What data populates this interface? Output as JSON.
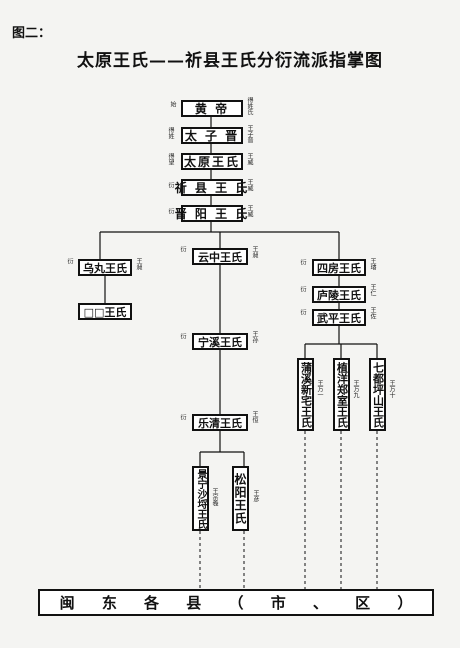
{
  "figure_label": "图二：",
  "title": "太原王氏——祈县王氏分衍流派指掌图",
  "main_chain": [
    {
      "name": "黄 帝",
      "left": "始",
      "right": "得姓氏"
    },
    {
      "name": "太 子 晋",
      "left": "得姓",
      "right": "王子晋"
    },
    {
      "name": "太原王氏",
      "left": "得望",
      "right": "王威"
    },
    {
      "name": "祈 县 王 氏",
      "left": "衍",
      "right": "王威"
    },
    {
      "name": "晋 阳 王 氏",
      "left": "衍",
      "right": "王威"
    }
  ],
  "branches": {
    "left": {
      "name": "乌丸王氏",
      "left": "衍",
      "right": "王昶"
    },
    "left_sub": {
      "name": "□□王氏"
    },
    "middle": [
      {
        "name": "云中王氏",
        "left": "衍",
        "right": "王昶"
      },
      {
        "name": "宁溪王氏",
        "left": "衍",
        "right": "王孙"
      },
      {
        "name": "乐清王氏",
        "left": "衍",
        "right": "王恒"
      }
    ],
    "middle_sub": [
      {
        "name": "景宁沙埒王氏",
        "right": "王宗羲"
      },
      {
        "name": "松阳王氏",
        "right": "王彦"
      }
    ],
    "right": [
      {
        "name": "四房王氏",
        "left": "衍",
        "right": "王璿"
      },
      {
        "name": "庐陵王氏",
        "left": "衍",
        "right": "王仁"
      },
      {
        "name": "武平王氏",
        "left": "衍",
        "right": "王佐"
      }
    ],
    "right_sub": [
      {
        "name": "蒲溪新宅王氏",
        "right": "王万一"
      },
      {
        "name": "植洋郑室王氏",
        "right": "王万九"
      },
      {
        "name": "七都坪山王氏",
        "right": "王万十"
      }
    ]
  },
  "bottom_chars": [
    "闽",
    "东",
    "各",
    "县",
    "（",
    "市",
    "、",
    "区",
    "）"
  ]
}
